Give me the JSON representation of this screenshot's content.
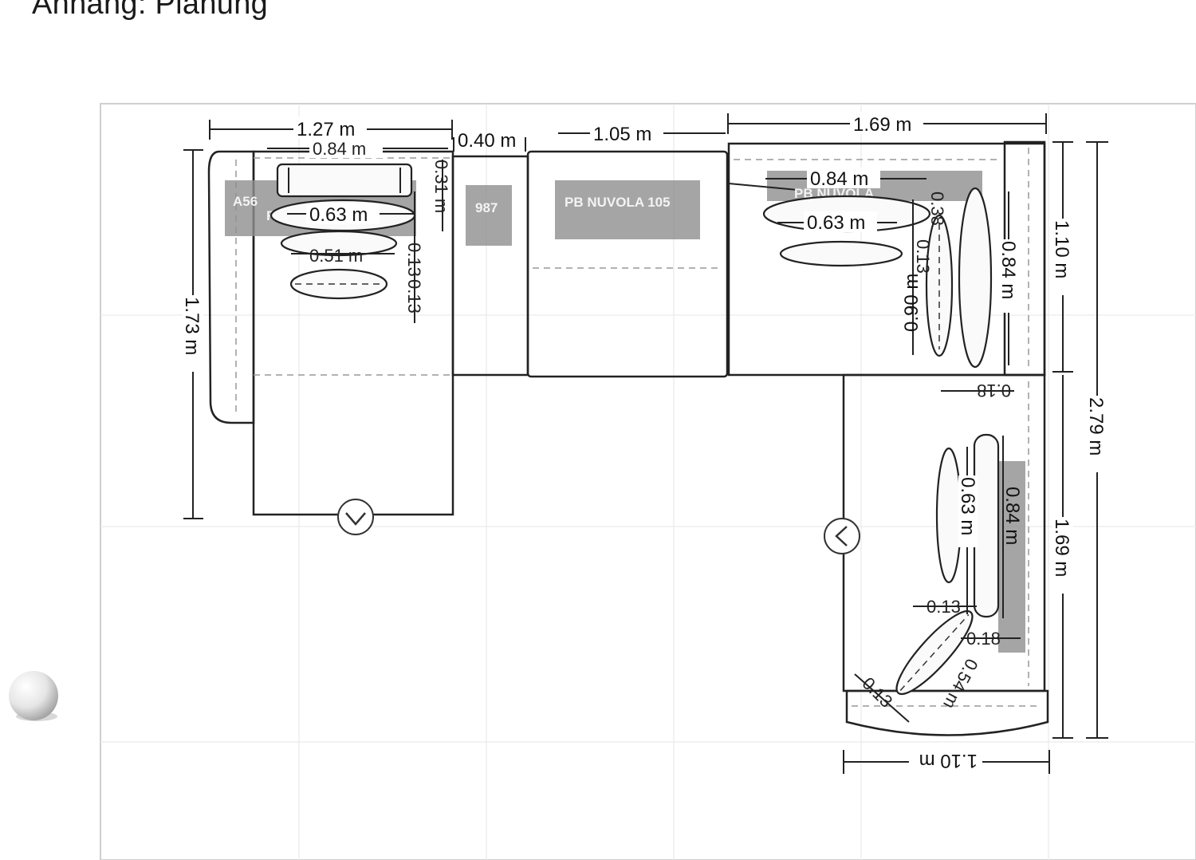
{
  "page": {
    "title": "Anhang: Planung"
  },
  "labels": {
    "a56": "A56",
    "code_987": "987",
    "pb_nuvola_105": "PB NUVOLA 105",
    "pb_nuvola_right": "PB NUVOLA",
    "r": "R"
  },
  "dimensions": {
    "top_left_width": "1.27 m",
    "top_left_inner": "0.84 m",
    "left_pillow_1": "0.63 m",
    "left_pillow_2": "0.51 m",
    "left_small_1": "0.31 m",
    "left_small_2": "0.13",
    "left_small_3": "0.13",
    "connector_width": "0.40 m",
    "middle_width": "1.05 m",
    "right_top_width": "1.69 m",
    "right_pillow_1": "0.84 m",
    "right_pillow_2": "0.63 m",
    "right_small_1": "0.38",
    "right_vertical_1": "0.84 m",
    "right_vertical_2": "0.90 m",
    "right_vertical_3": "0.13",
    "left_height": "1.73 m",
    "right_height_top": "1.10 m",
    "right_total_height": "2.79 m",
    "right_height_bottom": "1.69 m",
    "lower_pillow_1": "0.63 m",
    "lower_pillow_2": "0.84 m",
    "lower_small_1": "0.18",
    "lower_small_2": "0.13",
    "lower_small_3": "0.18",
    "lower_diag_1": "0.54 m",
    "lower_diag_2": "0.13",
    "bottom_width": "1.10 m"
  },
  "icons": {
    "left_module_direction": "chevron-down-icon",
    "right_module_direction": "chevron-left-icon",
    "sphere": "sphere-light-icon"
  },
  "colors": {
    "lines": "#222222",
    "highlight": "#8f8f8f",
    "grid": "#eaeaea"
  }
}
